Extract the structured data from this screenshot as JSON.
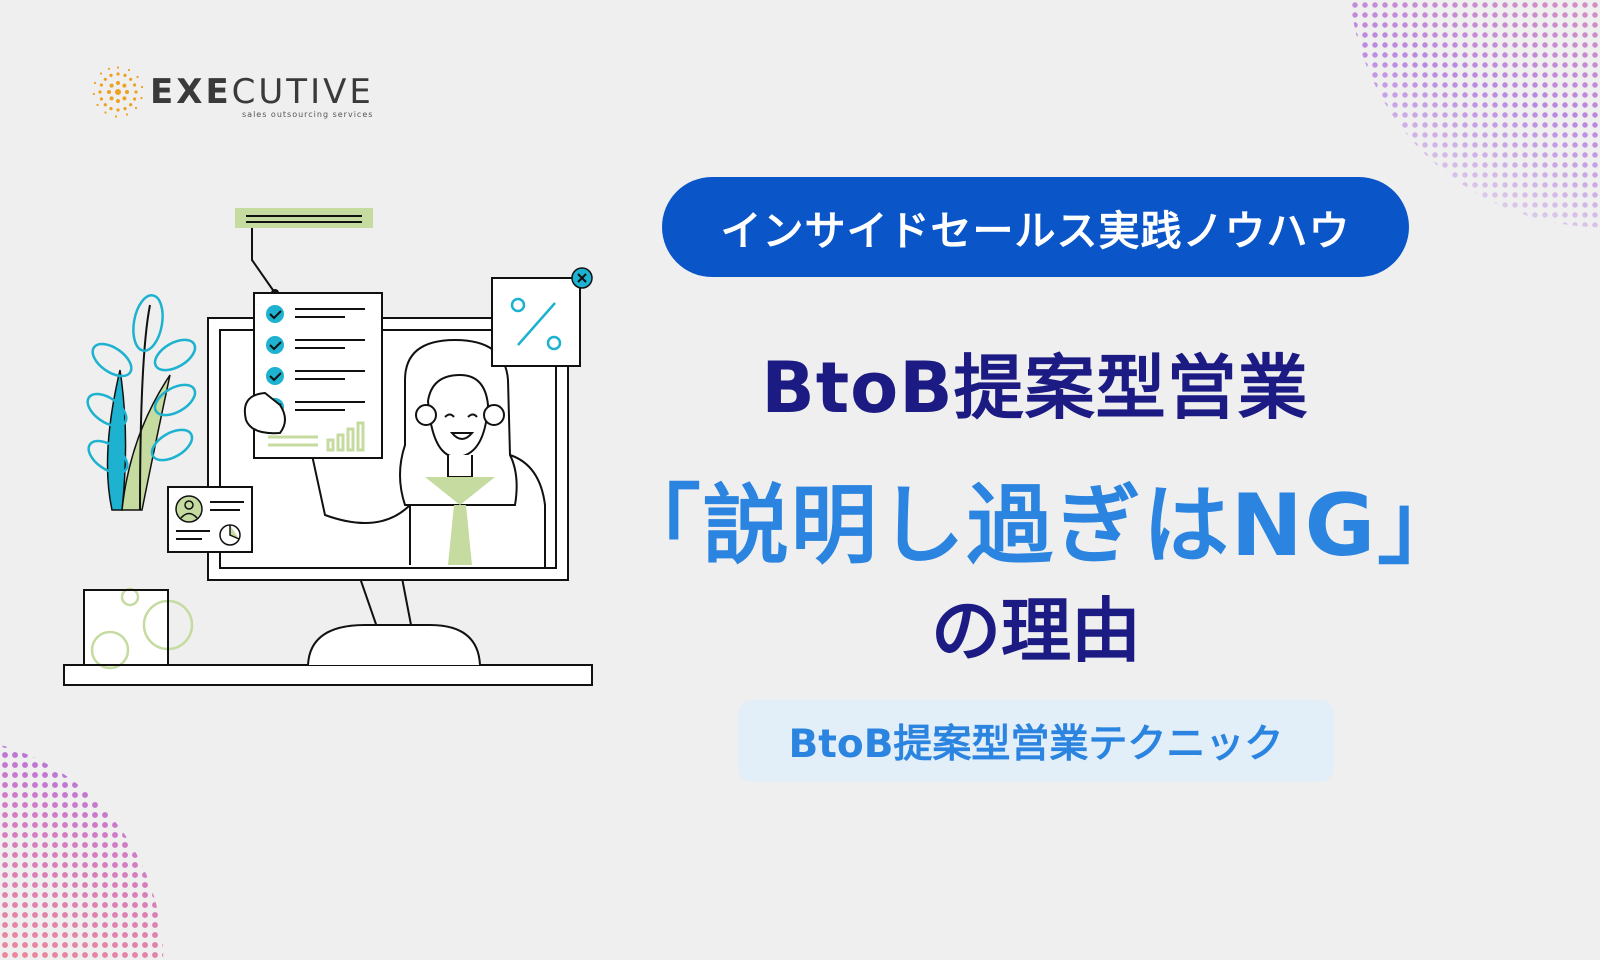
{
  "brand": {
    "name_bold": "EXE",
    "name_thin": "CUTIVE",
    "tagline": "sales outsourcing services",
    "logo_icon": "sunburst-dots-icon",
    "accent": "#f0a020"
  },
  "banner": {
    "category": "インサイドセールス実践ノウハウ",
    "title_line1": "BtoB提案型営業",
    "title_line2": "「説明し過ぎはNG」",
    "title_line3": "の理由",
    "tag": "BtoB提案型営業テクニック"
  },
  "colors": {
    "background": "#efefef",
    "pill": "#0a55c8",
    "navy": "#1c1b84",
    "blue": "#2a84e0",
    "tag_bg": "#e2eef8",
    "illustration_teal": "#1db2cf",
    "illustration_green": "#c5dba0"
  },
  "illustration": {
    "icons": [
      "checklist-icon",
      "percent-icon",
      "close-icon",
      "profile-card-icon",
      "plant-icon",
      "monitor-icon",
      "person-icon"
    ]
  }
}
